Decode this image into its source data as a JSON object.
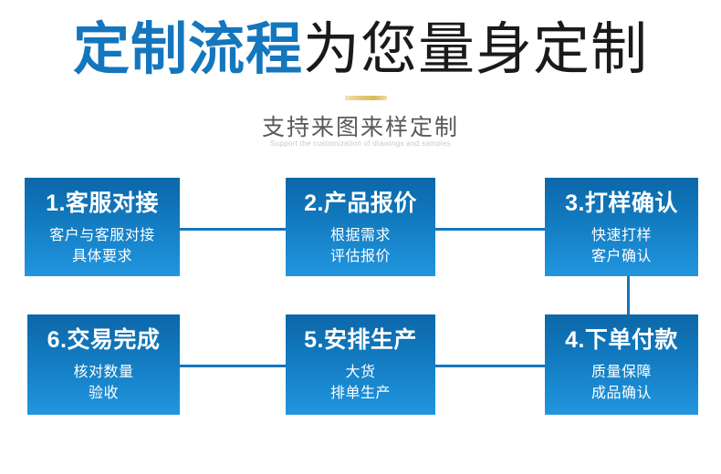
{
  "header": {
    "title_highlight": "定制流程",
    "title_rest": "为您量身定制",
    "subtitle_cn": "支持来图来样定制",
    "subtitle_en": "Support the customization of drawings and samples",
    "accent_blue": "#1476bd",
    "accent_gold": "#e3c878",
    "title_text_color": "#1a1a1a"
  },
  "flow": {
    "box_gradient_from": "#0c67a8",
    "box_gradient_to": "#2196de",
    "connector_color": "#1476bd",
    "steps": [
      {
        "number": "1.",
        "title": "客服对接",
        "heading": "1.客服对接",
        "lines": [
          "客户与客服对接",
          "具体要求"
        ]
      },
      {
        "number": "2.",
        "title": "产品报价",
        "heading": "2.产品报价",
        "lines": [
          "根据需求",
          "评估报价"
        ]
      },
      {
        "number": "3.",
        "title": "打样确认",
        "heading": "3.打样确认",
        "lines": [
          "快速打样",
          "客户确认"
        ]
      },
      {
        "number": "4.",
        "title": "下单付款",
        "heading": "4.下单付款",
        "lines": [
          "质量保障",
          "成品确认"
        ]
      },
      {
        "number": "5.",
        "title": "安排生产",
        "heading": "5.安排生产",
        "lines": [
          "大货",
          "排单生产"
        ]
      },
      {
        "number": "6.",
        "title": "交易完成",
        "heading": "6.交易完成",
        "lines": [
          "核对数量",
          "验收"
        ]
      }
    ]
  }
}
